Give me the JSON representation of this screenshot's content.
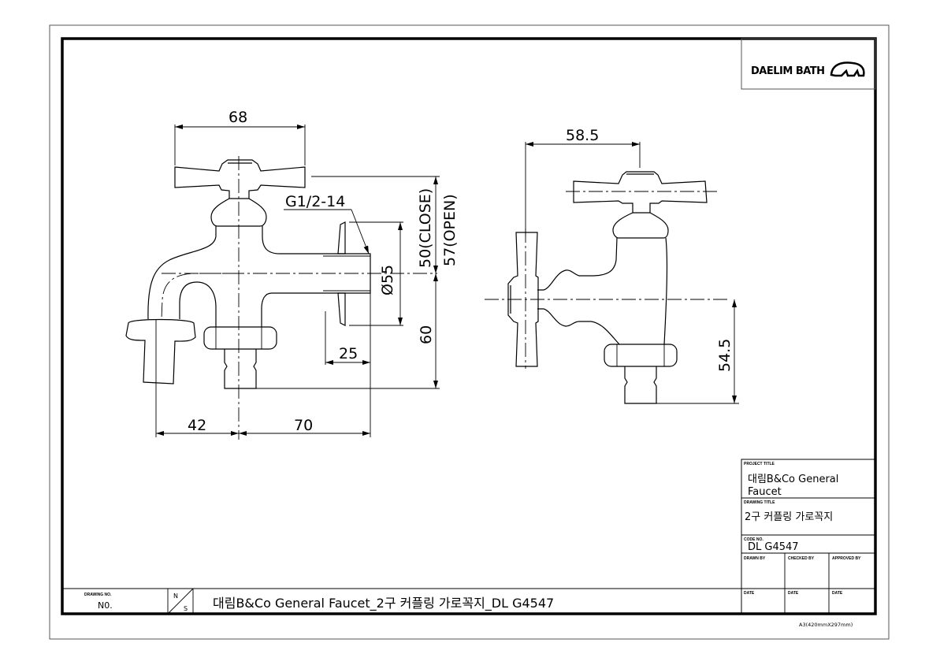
{
  "logo": {
    "text": "DAELIM BATH"
  },
  "left_view": {
    "dims": {
      "handle_width": "68",
      "thread": "G1/2-14",
      "close_height": "50(CLOSE)",
      "open_height": "57(OPEN)",
      "flange_diameter": "Ø55",
      "spout_length": "25",
      "outlet_height": "60",
      "outlet_spacing": "42",
      "spout_reach": "70"
    }
  },
  "right_view": {
    "dims": {
      "handle_reach": "58.5",
      "center_height": "54.5"
    }
  },
  "title_block": {
    "project_title_label": "PROJECT TITLE",
    "project_title_line1": "대림B&Co General",
    "project_title_line2": "Faucet",
    "drawing_title_label": "DRAWING TITLE",
    "drawing_title": "2구 커플링 가로꼭지",
    "code_no_label": "CODE NO.",
    "code_no": "DL G4547",
    "drawn_by_label": "DRAWN BY",
    "checked_by_label": "CHECKED BY",
    "approved_by_label": "APPROVED BY",
    "date_labels": [
      "DATE",
      "DATE",
      "DATE"
    ],
    "sheet_size": "A3(420mmX297mm)"
  },
  "bottom_strip": {
    "drawing_no_label": "DRAWING NO.",
    "drawing_no": "N0.",
    "scale_top": "N",
    "scale_bottom": "S",
    "full_title": "대림B&Co General Faucet_2구 커플링 가로꼭지_DL G4547"
  }
}
